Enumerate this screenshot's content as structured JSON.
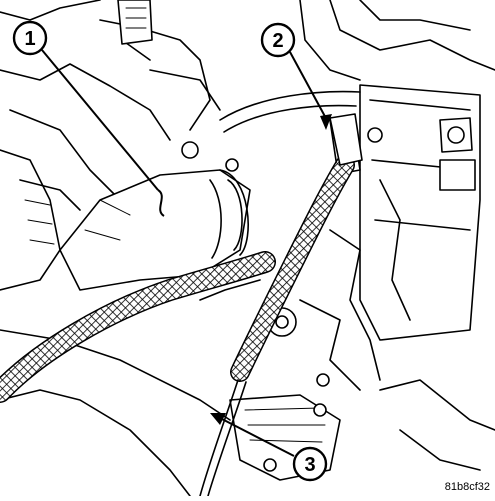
{
  "callouts": [
    {
      "id": "1",
      "label": "1"
    },
    {
      "id": "2",
      "label": "2"
    },
    {
      "id": "3",
      "label": "3"
    }
  ],
  "figure_code": "81b8cf32"
}
